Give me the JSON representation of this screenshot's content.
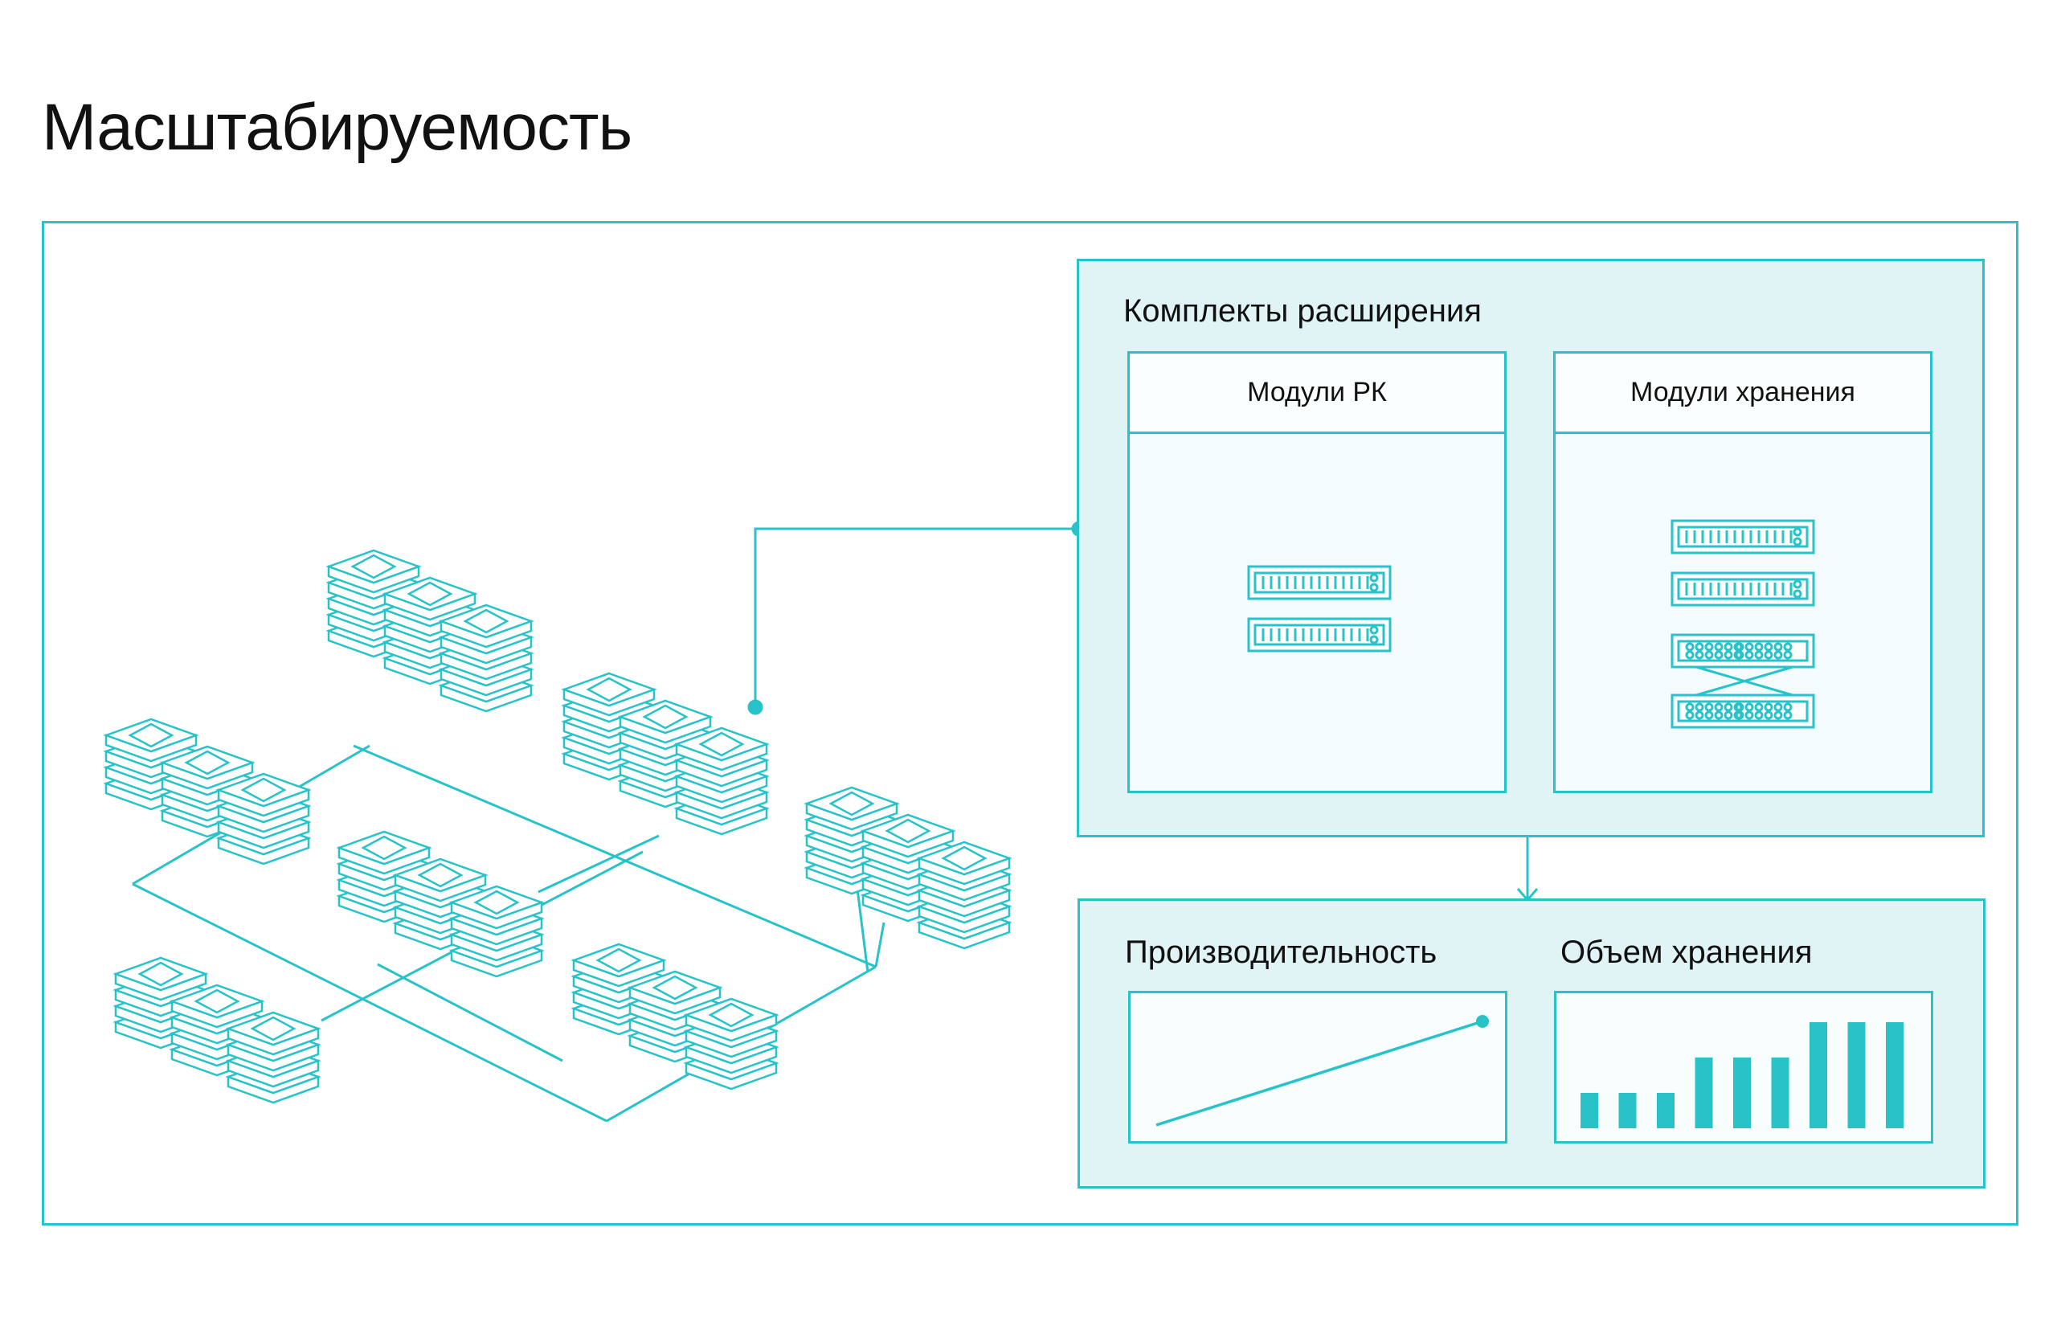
{
  "title": "Масштабируемость",
  "expansion": {
    "title": "Комплекты расширения",
    "modules": [
      {
        "label": "Модули РК"
      },
      {
        "label": "Модули хранения"
      }
    ]
  },
  "results": {
    "performance_label": "Производительность",
    "storage_label": "Объем хранения"
  },
  "colors": {
    "accent": "#27c3c8",
    "panel_fill": "#e0f4f5",
    "text": "#111111"
  },
  "icons": [
    "server-cluster-icon",
    "rack-unit-icon",
    "switch-icon",
    "connector-dot-icon",
    "arrow-down-icon"
  ],
  "chart_data": [
    {
      "type": "line",
      "x": [
        1,
        2
      ],
      "values": [
        1,
        2
      ]
    },
    {
      "type": "bar",
      "values": [
        1,
        1,
        1,
        2,
        2,
        2,
        3,
        3,
        3
      ]
    }
  ]
}
